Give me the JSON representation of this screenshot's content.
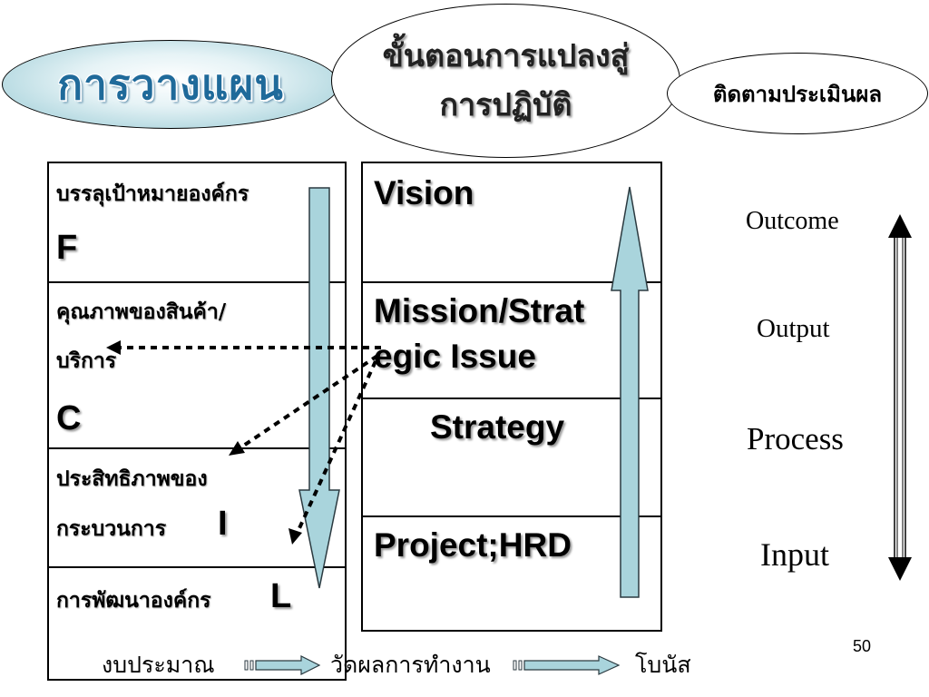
{
  "header": {
    "planning": "การวางแผน",
    "implementation_line1": "ขั้นตอนการแปลงสู่",
    "implementation_line2": "การปฏิบัติ",
    "evaluation": "ติดตามประเมินผล"
  },
  "left_column": {
    "rows": [
      {
        "thai": "บรรลุเป้าหมายองค์กร",
        "letter": "F"
      },
      {
        "thai_line1": "คุณภาพของสินค้า/",
        "thai_line2": "บริการ",
        "letter": "C"
      },
      {
        "thai_line1": "ประสิทธิภาพของ",
        "thai_line2": "กระบวนการ",
        "letter": "I"
      },
      {
        "thai": "การพัฒนาองค์กร",
        "letter": "L"
      }
    ]
  },
  "right_column": {
    "rows": [
      {
        "label": "Vision"
      },
      {
        "label_line1": "Mission/Strat",
        "label_line2": "egic Issue"
      },
      {
        "label": "Strategy"
      },
      {
        "label": "Project;HRD"
      }
    ]
  },
  "levels": {
    "outcome": "Outcome",
    "output": "Output",
    "process": "Process",
    "input": "Input"
  },
  "bottom_flow": {
    "budget": "งบประมาณ",
    "measure": "วัดผลการทำงาน",
    "bonus": "โบนัส"
  },
  "page_number": "50",
  "colors": {
    "arrow_fill": "#a9d4dc",
    "plan_text": "#1f6a9a",
    "border": "#000000"
  }
}
